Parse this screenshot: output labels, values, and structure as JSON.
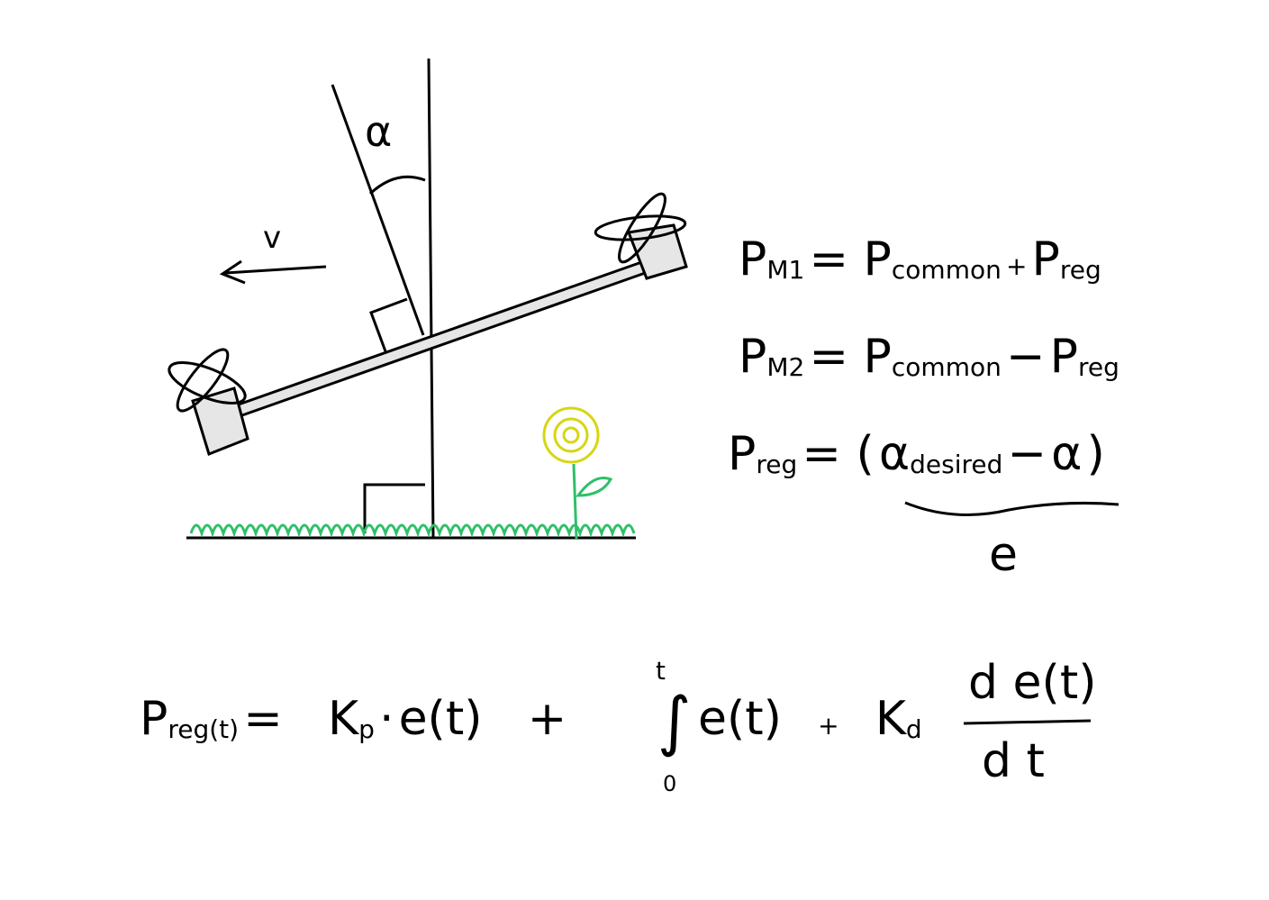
{
  "colors": {
    "ink": "#000000",
    "grass": "#2fbf6a",
    "flower": "#d6d613",
    "motor_fill": "#e6e6e6"
  },
  "diagram": {
    "angle_label": "α",
    "velocity_label": "v"
  },
  "equations": {
    "pm1": {
      "p": "P",
      "sub": "M1",
      "rhs": "= P",
      "rhs_sub": "common",
      "op": "+",
      "term": "P",
      "term_sub": "reg"
    },
    "pm2": {
      "p": "P",
      "sub": "M2",
      "rhs": "= P",
      "rhs_sub": "common",
      "op": "−",
      "term": "P",
      "term_sub": "reg"
    },
    "preg": {
      "p": "P",
      "sub": "reg",
      "rhs": "= (",
      "alpha": "α",
      "alpha_sub": "desired",
      "minus": "−",
      "alpha2": "α",
      "close": ")",
      "brace_label": "e"
    },
    "pid": {
      "lhs": "P",
      "lhs_sub": "reg(t)",
      "eq": "=",
      "kp": "K",
      "kp_sub": "p",
      "dot": "·",
      "e1": "e(t)",
      "plus1": "+",
      "int_upper": "t",
      "int_lower": "0",
      "e2": "e(t)",
      "plus2": "+",
      "kd": "K",
      "kd_sub": "d",
      "num": "d e(t)",
      "den": "d t"
    }
  }
}
